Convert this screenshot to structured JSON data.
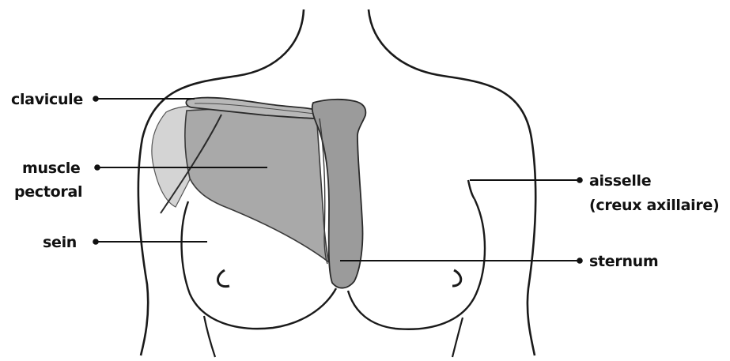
{
  "labels": {
    "clavicule": "clavicule",
    "muscle_line1": "muscle",
    "muscle_line2": "pectoral",
    "sein": "sein",
    "aisselle_line1": "aisselle",
    "aisselle_line2": "(creux axillaire)",
    "sternum": "sternum"
  },
  "colors": {
    "outline": "#1a1a1a",
    "muscle_fill": "#a9a9a9",
    "muscle_light": "#d4d4d4",
    "bone_fill": "#9b9b9b",
    "clavicle_fill": "#b8b8b8"
  }
}
